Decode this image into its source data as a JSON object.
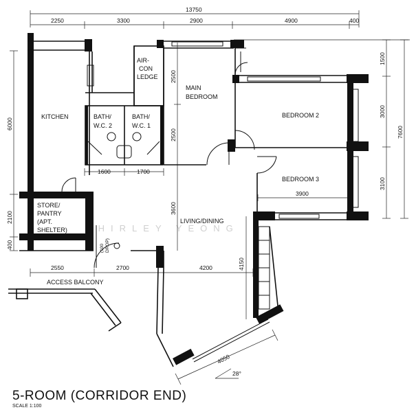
{
  "dimensions": {
    "top_total": "13750",
    "top": [
      "2250",
      "3300",
      "2900",
      "4900",
      "400"
    ],
    "right": [
      "1500",
      "3000",
      "3100"
    ],
    "right_total": "7600",
    "left": [
      "6000",
      "2100",
      "400"
    ],
    "bath_widths": [
      "1600",
      "1700"
    ],
    "bedroom_heights": [
      "2500",
      "2500"
    ],
    "bedroom3_width": "3900",
    "living_height": "3600",
    "bottom": [
      "2550",
      "2700",
      "4200"
    ],
    "balcony_height": "4150",
    "balcony_width": "4050",
    "angle": "28°"
  },
  "rooms": {
    "kitchen": "KITCHEN",
    "aircon": [
      "AIR-",
      "CON",
      "LEDGE"
    ],
    "main_bedroom": [
      "MAIN",
      "BEDROOM"
    ],
    "bath2": [
      "BATH/",
      "W.C. 2"
    ],
    "bath1": [
      "BATH/",
      "W.C. 1"
    ],
    "bedroom2": "BEDROOM 2",
    "bedroom3": "BEDROOM 3",
    "store": [
      "STORE/",
      "PANTRY",
      "(APT.",
      "SHELTER)"
    ],
    "living": "LIVING/DINING",
    "door_label": [
      "(100",
      "DROP)"
    ],
    "access_balcony": "ACCESS BALCONY"
  },
  "watermark": "SHIRLEY YEONG",
  "title": "5-ROOM (CORRIDOR END)",
  "scale": "SCALE 1:100"
}
